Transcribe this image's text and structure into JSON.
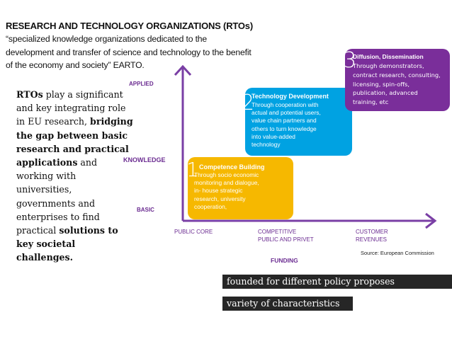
{
  "title": "RESEARCH AND TECHNOLOGY ORGANIZATIONS (RTOs)",
  "quote_lines": [
    "“specialized knowledge organizations dedicated to the",
    "development and transfer of science and technology to the benefit",
    "of the economy and society” EARTO."
  ],
  "left_text": {
    "p1": "RTOs",
    "p2": " play a significant and key integrating role in EU research, ",
    "p3": "bridging the gap between basic research and practical applications",
    "p4": " and working with universities, governments and enterprises to find practical ",
    "p5": "solutions to key societal challenges."
  },
  "axis": {
    "applied": "APPLIED",
    "knowledge": "KNOWLEDGE",
    "basic": "BASIC",
    "funding": "FUNDING",
    "public_core": "PUBLIC CORE",
    "competitive": [
      "COMPETITIVE",
      "PUBLIC AND PRIVET"
    ],
    "customer": [
      "CUSTOMER",
      "REVENUES"
    ]
  },
  "boxes": [
    {
      "number": "1",
      "title": "Competence Building",
      "body": [
        " Through socio economic",
        "monitoring and dialogue,",
        "in- house strategic",
        "research, university",
        "cooperation,"
      ],
      "color": "#f6b800"
    },
    {
      "number": "2",
      "title": "Technology Development",
      "body": [
        "Through cooperation with",
        "actual and potential users,",
        "value chain partners and",
        "others to turn knowledge",
        "into value-added",
        "technology"
      ],
      "color": "#00a2e2"
    },
    {
      "number": "3",
      "title": "Diffusion, Dissemination",
      "body": [
        "Through demonstrators,",
        "contract research, consulting,",
        "licensing, spin-offs,",
        "publication, advanced",
        "training, etc"
      ],
      "color": "#7a2e9a"
    }
  ],
  "source": "Source: European Commission",
  "bands": [
    "founded for different policy proposes",
    "variety of characteristics"
  ],
  "colors": {
    "axis": "#7a3fa5",
    "band": "#262626"
  }
}
